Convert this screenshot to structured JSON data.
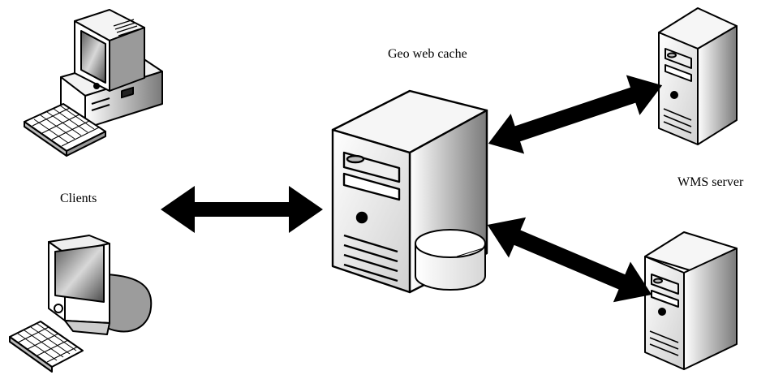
{
  "labels": {
    "geo_web_cache": "Geo web cache",
    "clients": "Clients",
    "wms_server": "WMS server"
  }
}
